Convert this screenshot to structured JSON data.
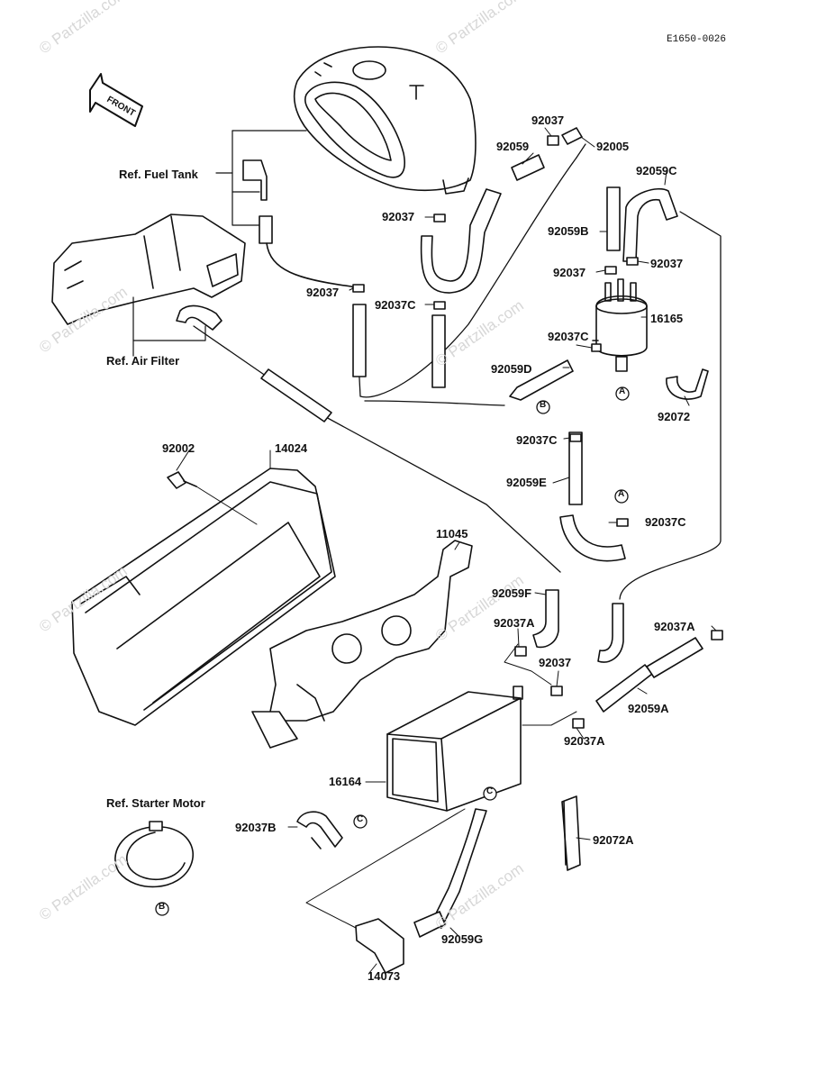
{
  "diagram_code": "E1650-0026",
  "watermark": "© Partzilla.com",
  "front_label": "FRONT",
  "refs": {
    "fuel_tank": "Ref. Fuel Tank",
    "air_filter": "Ref. Air Filter",
    "starter_motor": "Ref. Starter Motor"
  },
  "markers": {
    "a": "A",
    "b": "B",
    "c": "C"
  },
  "parts": {
    "p92037_top": "92037",
    "p92059_top": "92059",
    "p92005": "92005",
    "p92059C": "92059C",
    "p92037_tank": "92037",
    "p92059B": "92059B",
    "p92037_left": "92037",
    "p92037_right": "92037",
    "p92037_air": "92037",
    "p92037C_mid": "92037C",
    "p16165": "16165",
    "p92037C_filter": "92037C",
    "p92059D": "92059D",
    "p92072": "92072",
    "p92037C_e": "92037C",
    "p92002": "92002",
    "p14024": "14024",
    "p92059E": "92059E",
    "p92037C_a": "92037C",
    "p11045": "11045",
    "p92059F": "92059F",
    "p92037A_left": "92037A",
    "p92037A_right": "92037A",
    "p92037_can": "92037",
    "p92059A": "92059A",
    "p92037A_low": "92037A",
    "p16164": "16164",
    "p92037B": "92037B",
    "p92072A": "92072A",
    "p92059G": "92059G",
    "p14073": "14073"
  }
}
